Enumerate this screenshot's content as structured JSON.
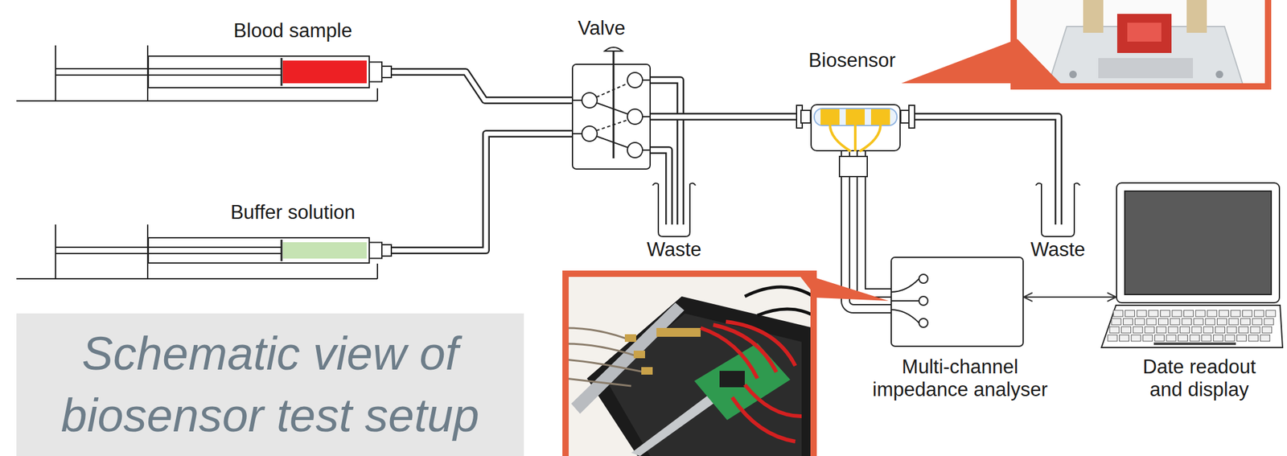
{
  "diagram": {
    "caption": "Schematic view of biosensor test setup",
    "nodes": [
      {
        "text": [
          "Blood sample"
        ]
      },
      {
        "text": [
          "Buffer solution"
        ]
      },
      {
        "text": [
          "Valve"
        ]
      },
      {
        "text": [
          "Waste"
        ]
      },
      {
        "text": [
          "Biosensor"
        ]
      },
      {
        "text": [
          "Waste"
        ]
      },
      {
        "text": [
          "Multi-channel impedance analyser"
        ]
      },
      {
        "text": [
          "Date readout and display"
        ]
      }
    ],
    "edges": [
      {
        "from": 0,
        "to": 2,
        "arrow": "none"
      },
      {
        "from": 1,
        "to": 2,
        "arrow": "none"
      },
      {
        "from": 2,
        "to": 3,
        "arrow": "none"
      },
      {
        "from": 2,
        "to": 4,
        "arrow": "none"
      },
      {
        "from": 4,
        "to": 5,
        "arrow": "none"
      },
      {
        "from": 4,
        "to": 6,
        "arrow": "none"
      },
      {
        "from": 6,
        "to": 7,
        "arrow": "both"
      }
    ]
  }
}
